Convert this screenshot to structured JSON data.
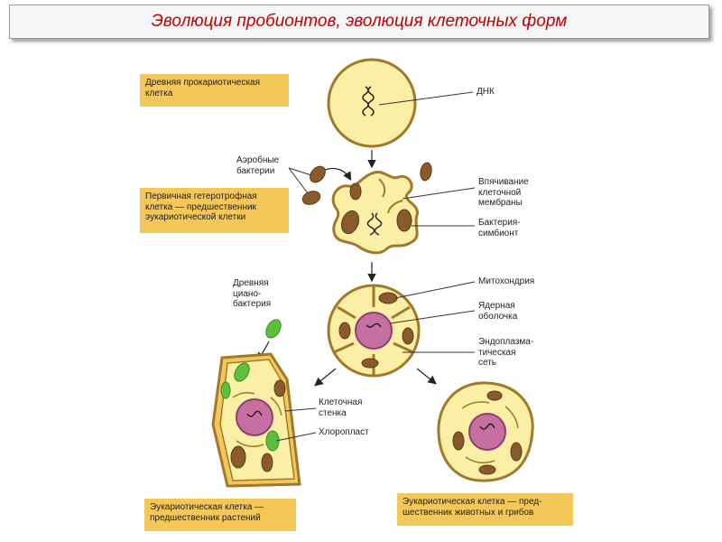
{
  "header": {
    "title": "Эволюция пробионтов, эволюция клеточных форм"
  },
  "stages": {
    "ancient": "Древняя прокариотическая\nклетка",
    "primary": "Первичная гетеротрофная\nклетка — предшественник\nэукариотической клетки",
    "plant": "Эукариотическая клетка —\nпредшественник растений",
    "animal": "Эукариотическая клетка — пред-\nшественник животных и грибов"
  },
  "annotations": {
    "dna": "ДНК",
    "aerobic": "Аэробные\nбактерии",
    "invagination": "Впячивание\nклеточной\nмембраны",
    "symbiont": "Бактерия-\nсимбионт",
    "cyano": "Древняя\nциано-\nбактерия",
    "mito": "Митохондрия",
    "nuclear": "Ядерная\nоболочка",
    "er": "Эндоплазма-\nтическая\nсеть",
    "wall": "Клеточная\nстенка",
    "chloro": "Хлоропласт"
  },
  "colors": {
    "title": "#c00000",
    "box": "#f3c75a",
    "cytoplasm": "#fbefa5",
    "membrane": "#a0792a",
    "mito": "#8b5a2b",
    "nucleus": "#c76fa0",
    "chloroplast": "#5fbf3a"
  }
}
